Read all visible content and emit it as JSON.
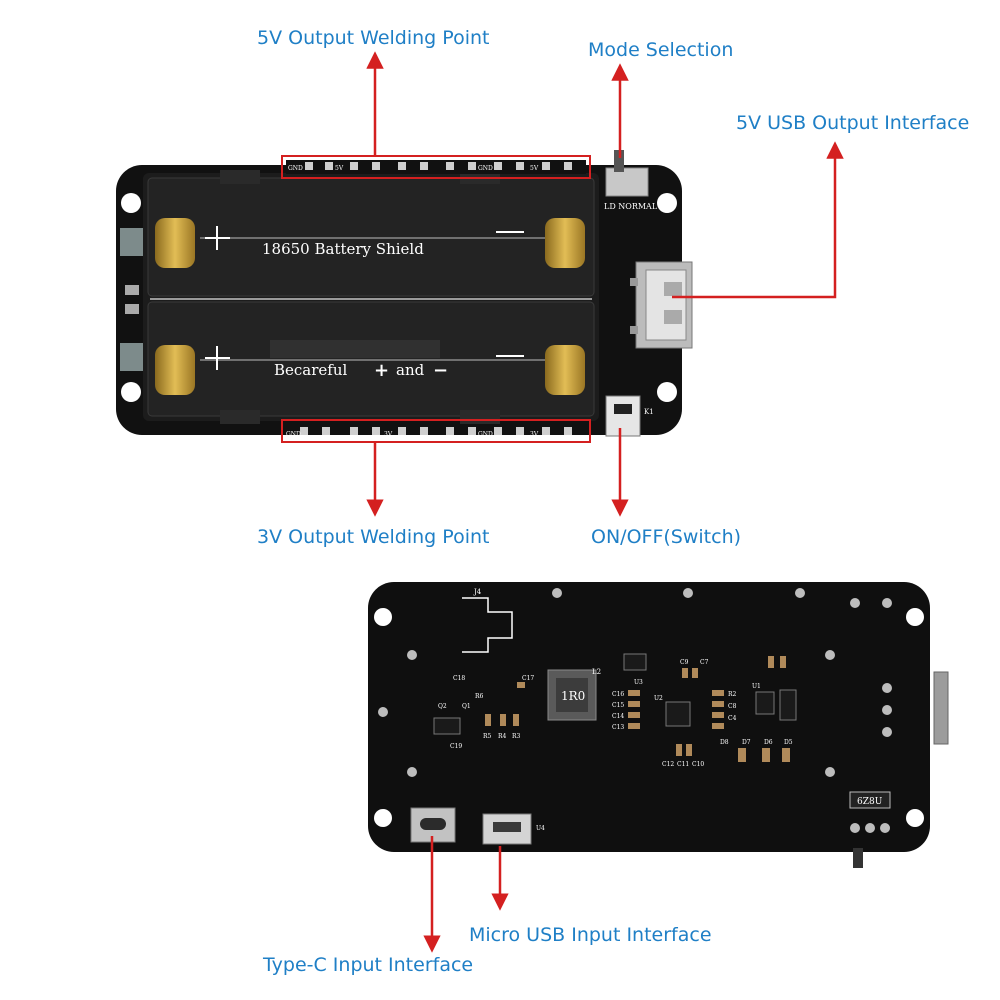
{
  "labels": {
    "top_welding": "5V Output Welding Point",
    "mode_selection": "Mode Selection",
    "usb_output": "5V USB Output Interface",
    "bottom_welding": "3V Output Welding Point",
    "on_off": "ON/OFF(Switch)",
    "micro_usb": "Micro USB Input Interface",
    "type_c": "Type-C Input Interface"
  },
  "board_silkscreen": {
    "line1": "18650   Battery   Shield",
    "line2": "Becareful",
    "plus": "+",
    "and": "and",
    "minus": "−",
    "mode_text": "LD  NORMAL",
    "pin_gnd": "GND",
    "pin_5v": "5V",
    "pin_3v": "3V",
    "switch_label": "K1"
  },
  "back_silkscreen": {
    "inductor": "1R0",
    "chip": "6Z8U",
    "j4": "J4",
    "l2": "L2",
    "u3": "U3",
    "u2": "U2",
    "u4": "U4",
    "u1": "U1",
    "c18": "C18",
    "c17": "C17",
    "r6": "R6",
    "q2": "Q2",
    "q1": "Q1",
    "r5": "R5",
    "r4": "R4",
    "r3": "R3",
    "c19": "C19",
    "c16": "C16",
    "c15": "C15",
    "c14": "C14",
    "c13": "C13",
    "c9": "C9",
    "c7": "C7",
    "c8": "C8",
    "c10": "C10",
    "c11": "C11",
    "c12": "C12",
    "d8": "D8",
    "d7": "D7",
    "d6": "D6",
    "d5": "D5",
    "r2": "R2",
    "c4": "C4"
  },
  "colors": {
    "callout_text": "#1f7fc6",
    "arrow": "#d42020",
    "pcb": "#111111",
    "battery_holder": "#1c1c1c",
    "terminal_gold": "#c9a13a",
    "silkscreen": "#ffffff"
  }
}
